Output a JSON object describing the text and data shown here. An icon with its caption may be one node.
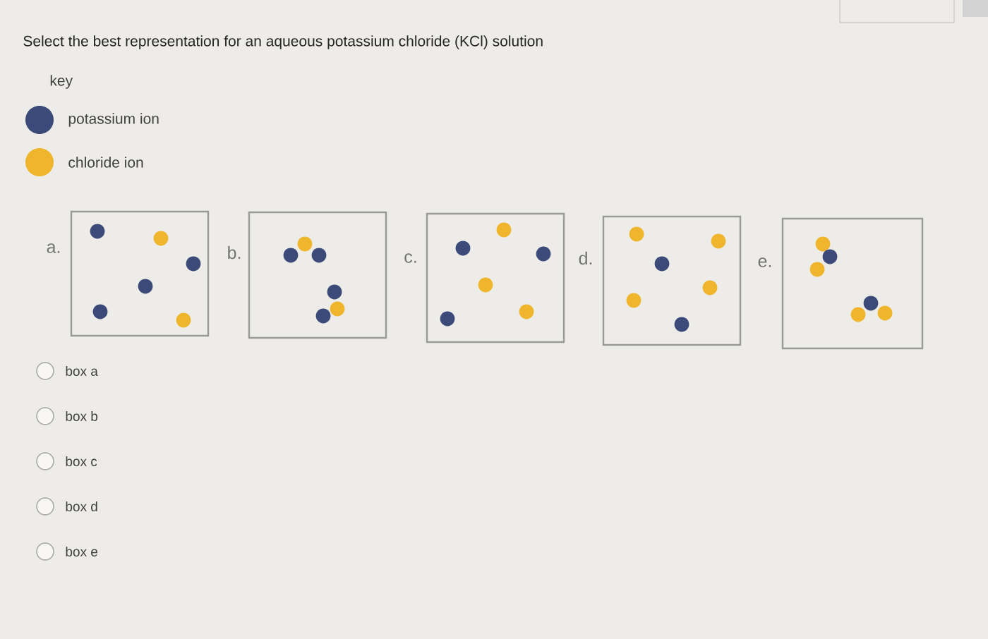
{
  "diagram": {
    "title": "Select the best representation for an aqueous potassium chloride (KCl) solution",
    "nodes": [
      {
        "text": [],
        "shape": "box",
        "beside": [
          "a."
        ]
      },
      {
        "text": [],
        "shape": "box",
        "beside": [
          "b."
        ]
      },
      {
        "text": [],
        "shape": "box",
        "beside": [
          "c."
        ]
      },
      {
        "text": [],
        "shape": "box",
        "beside": [
          "d."
        ]
      },
      {
        "text": [],
        "shape": "box",
        "beside": [
          "e."
        ]
      }
    ],
    "labels": [
      "key",
      "box a",
      "box b",
      "box c",
      "box d",
      "box e"
    ],
    "legend": [
      {
        "text": "potassium ion",
        "color": "#3b4a78"
      },
      {
        "text": "chloride ion",
        "color": "#efb52c"
      }
    ]
  }
}
